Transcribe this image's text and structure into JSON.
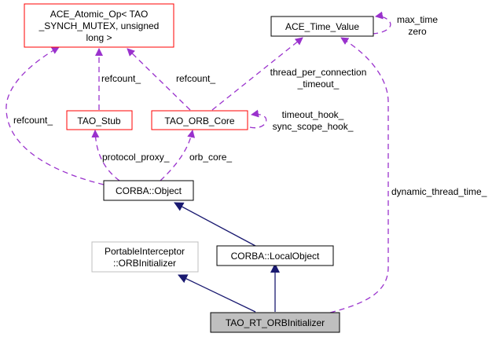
{
  "diagram": {
    "type": "collaboration-graph",
    "nodes": {
      "ace_atomic_op": {
        "lines": [
          "ACE_Atomic_Op< TAO",
          "_SYNCH_MUTEX, unsigned",
          "long >"
        ],
        "style": "red-border"
      },
      "ace_time_value": {
        "lines": [
          "ACE_Time_Value"
        ],
        "style": "black-border"
      },
      "tao_stub": {
        "lines": [
          "TAO_Stub"
        ],
        "style": "red-border"
      },
      "tao_orb_core": {
        "lines": [
          "TAO_ORB_Core"
        ],
        "style": "red-border"
      },
      "corba_object": {
        "lines": [
          "CORBA::Object"
        ],
        "style": "black-border"
      },
      "portable_interceptor": {
        "lines": [
          "PortableInterceptor",
          "::ORBInitializer"
        ],
        "style": "gray-border"
      },
      "corba_local_object": {
        "lines": [
          "CORBA::LocalObject"
        ],
        "style": "black-border"
      },
      "tao_rt_orbinitializer": {
        "lines": [
          "TAO_RT_ORBInitializer"
        ],
        "style": "gray-fill"
      }
    },
    "edge_labels": {
      "atomic_from_object": "refcount_",
      "atomic_from_stub": "refcount_",
      "atomic_from_orbcore": "refcount_",
      "timevalue_self_1": "max_time",
      "timevalue_self_2": "zero",
      "timevalue_from_orbcore_1": "thread_per_connection",
      "timevalue_from_orbcore_2": "_timeout_",
      "orbcore_self_1": "timeout_hook_",
      "orbcore_self_2": "sync_scope_hook_",
      "stub_from_object": "protocol_proxy_",
      "orbcore_from_object": "orb_core_",
      "timevalue_from_rtinit": "dynamic_thread_time_"
    },
    "colors": {
      "inheritance_edge": "#191970",
      "usage_edge": "#9a32cd",
      "red_border": "#ff0000",
      "black_border": "#000000",
      "gray_border": "#bfbfbf",
      "focus_fill": "#bfbfbf"
    }
  }
}
